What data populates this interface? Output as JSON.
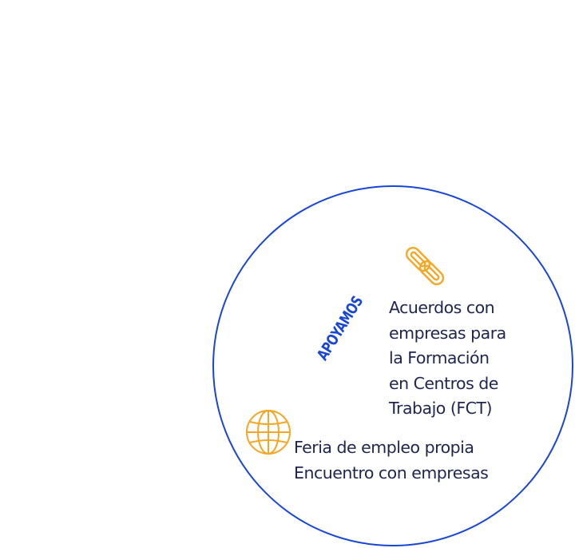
{
  "badge": {
    "label": "APOYAMOS",
    "color": "#1846d6"
  },
  "items": [
    {
      "icon": "link-icon",
      "icon_color": "#f5a623",
      "lines": [
        "Acuerdos con",
        "empresas para",
        "la Formación",
        "en Centros de",
        "Trabajo (FCT)"
      ]
    },
    {
      "icon": "globe-icon",
      "icon_color": "#f5a623",
      "lines": [
        "Feria de empleo propia",
        "Encuentro con empresas"
      ]
    }
  ],
  "colors": {
    "circle_border": "#1846d6",
    "text": "#1d2550",
    "accent": "#f5a623"
  }
}
